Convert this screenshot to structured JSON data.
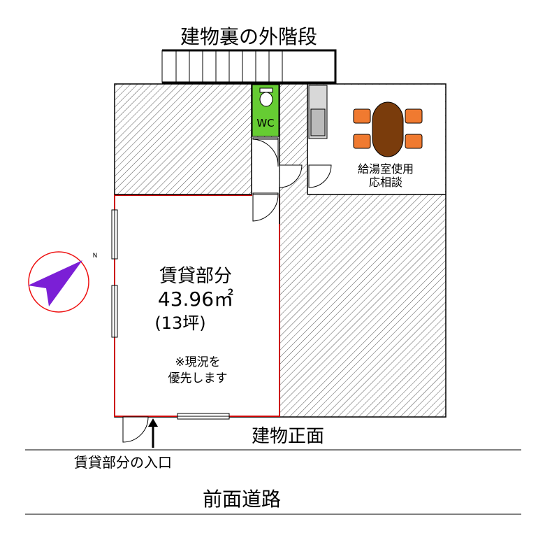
{
  "labels": {
    "back_stairs": "建物裏の外階段",
    "wc": "WC",
    "kitchenette_line1": "給湯室使用",
    "kitchenette_line2": "応相談",
    "rental_title": "賃貸部分",
    "rental_area": "43.96㎡",
    "rental_tsubo": "(13坪)",
    "note_line1": "※現況を",
    "note_line2": "優先します",
    "building_front": "建物正面",
    "entrance": "賃貸部分の入口",
    "front_road": "前面道路",
    "compass_north": "N"
  },
  "colors": {
    "rental_outline": "#cc0000",
    "wc_fill": "#66cc33",
    "compass_needle": "#7b1fd6",
    "compass_ring": "#ee1111",
    "chair": "#f07a30",
    "table": "#7a3c0c",
    "hatch": "#000000"
  }
}
